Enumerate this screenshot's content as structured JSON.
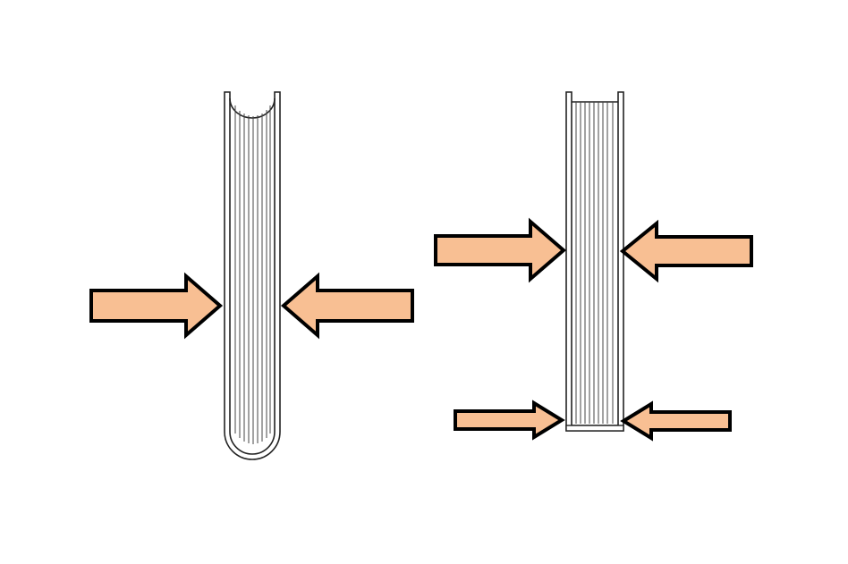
{
  "colors": {
    "background": "#ffffff",
    "arrow_fill": "#f8bf93",
    "arrow_stroke": "#000000",
    "book_stroke": "#222222",
    "book_fill": "#ffffff"
  },
  "figures": [
    {
      "name": "rounded-spine-book",
      "description_kind": "book with rounded spine being pressed from both sides",
      "arrows": [
        "press-left-arrow",
        "press-right-arrow"
      ]
    },
    {
      "name": "flat-spine-book",
      "description_kind": "book with flat spine being pressed at body and at spine",
      "arrows": [
        "press-left-arrow",
        "press-right-arrow",
        "spine-left-arrow",
        "spine-right-arrow"
      ]
    }
  ]
}
